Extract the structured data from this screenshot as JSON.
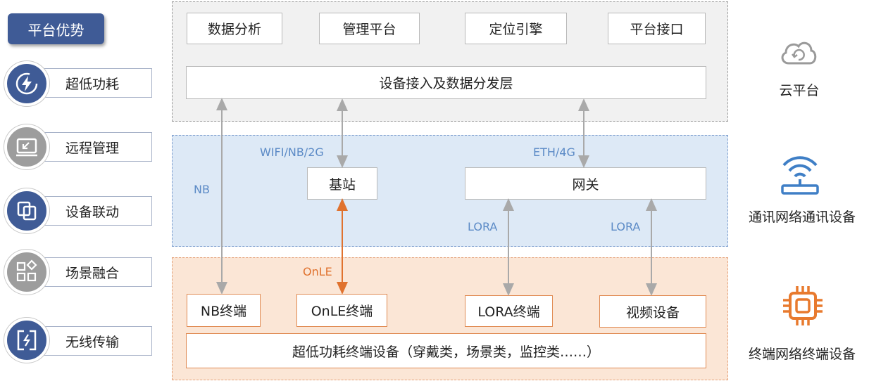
{
  "advantages": {
    "title": "平台优势",
    "items": [
      {
        "label": "超低功耗",
        "icon": "lightning-icon"
      },
      {
        "label": "远程管理",
        "icon": "remote-screen-icon"
      },
      {
        "label": "设备联动",
        "icon": "linked-squares-icon"
      },
      {
        "label": "场景融合",
        "icon": "grid-diamond-icon"
      },
      {
        "label": "无线传输",
        "icon": "wireless-transfer-icon"
      }
    ]
  },
  "cloud_layer": {
    "modules": [
      "数据分析",
      "管理平台",
      "定位引擎",
      "平台接口"
    ],
    "access_layer": "设备接入及数据分发层"
  },
  "network_layer": {
    "base_station": "基站",
    "gateway": "网关",
    "labels": {
      "nb": "NB",
      "wifi_nb_2g": "WIFI/NB/2G",
      "eth_4g": "ETH/4G",
      "lora_left": "LORA",
      "lora_right": "LORA",
      "onle": "OnLE"
    }
  },
  "terminal_layer": {
    "terminals": [
      "NB终端",
      "OnLE终端",
      "LORA终端",
      "视频设备"
    ],
    "devices": "超低功耗终端设备（穿戴类，场景类，监控类……）"
  },
  "right_legend": {
    "cloud": "云平台",
    "network": "通讯网络通讯设备",
    "terminal": "终端网络终端设备"
  },
  "colors": {
    "accent_blue": "#3f5b96",
    "label_blue": "#5b8ac6",
    "orange": "#e0722e",
    "gray_arrow": "#a9a9a9"
  }
}
